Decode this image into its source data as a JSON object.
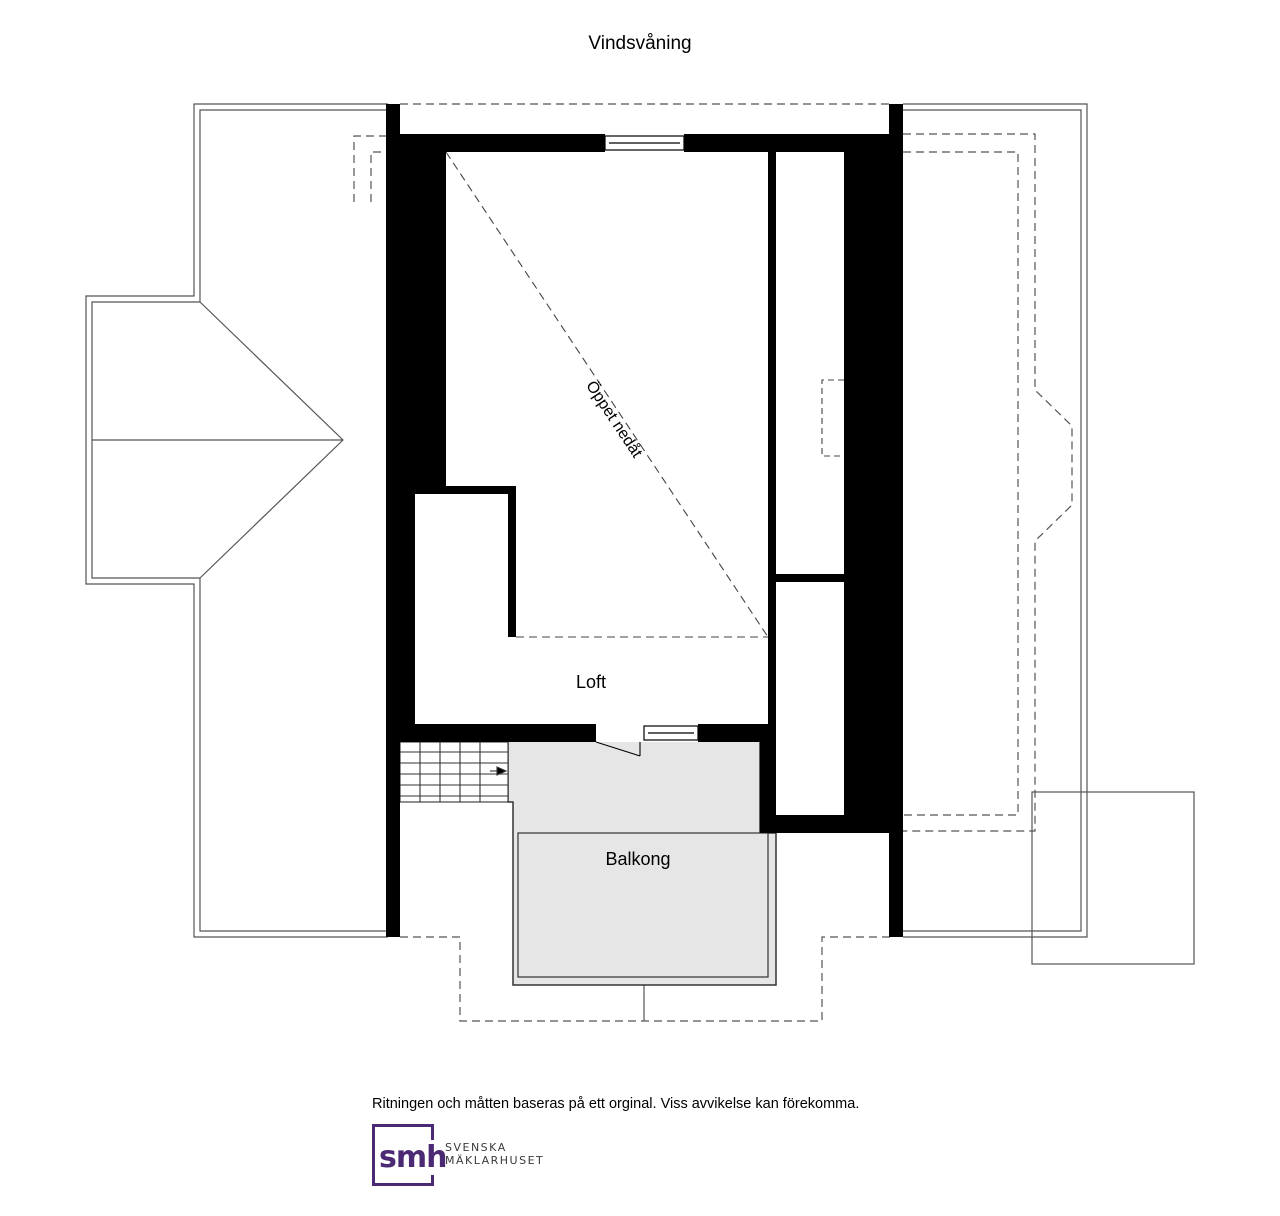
{
  "plan": {
    "title": "Vindsvåning",
    "rooms": {
      "loft": "Loft",
      "balkong": "Balkong",
      "open_below": "Öppet nedåt"
    },
    "colors": {
      "wall": "#000000",
      "balcony_fill": "#e6e6e6",
      "outline": "#333333",
      "brand": "#4b2a73"
    }
  },
  "footer": {
    "disclaimer": "Ritningen och måtten baseras på ett orginal. Viss avvikelse kan förekomma.",
    "logo": {
      "mark": "smh",
      "line1": "SVENSKA",
      "line2": "MÄKLARHUSET"
    }
  }
}
